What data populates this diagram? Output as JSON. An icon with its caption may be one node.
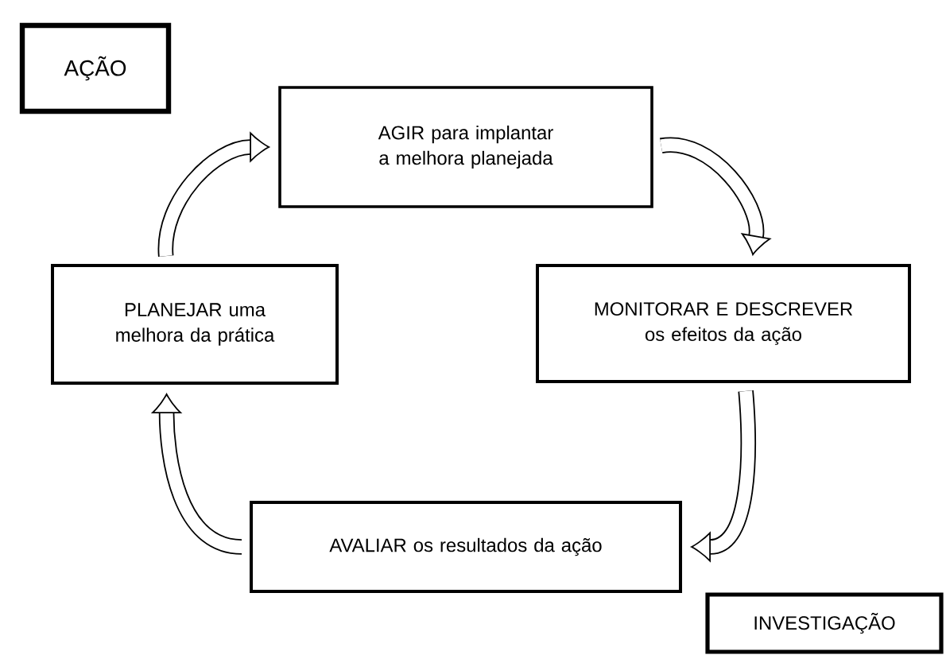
{
  "diagram": {
    "nodes": [
      {
        "text": [
          "AÇÃO"
        ]
      },
      {
        "text": [
          "AGIR para implantar a melhora planejada"
        ]
      },
      {
        "text": [
          "MONITORAR E DESCREVER os efeitos da ação"
        ]
      },
      {
        "text": [
          "AVALIAR os resultados da ação"
        ]
      },
      {
        "text": [
          "PLANEJAR uma melhora da prática"
        ]
      },
      {
        "text": [
          "INVESTIGAÇÃO"
        ]
      }
    ],
    "edges": [
      {
        "from": 1,
        "to": 2,
        "arrow": "to"
      },
      {
        "from": 2,
        "to": 3,
        "arrow": "to"
      },
      {
        "from": 3,
        "to": 4,
        "arrow": "to"
      },
      {
        "from": 4,
        "to": 1,
        "arrow": "to"
      }
    ]
  }
}
